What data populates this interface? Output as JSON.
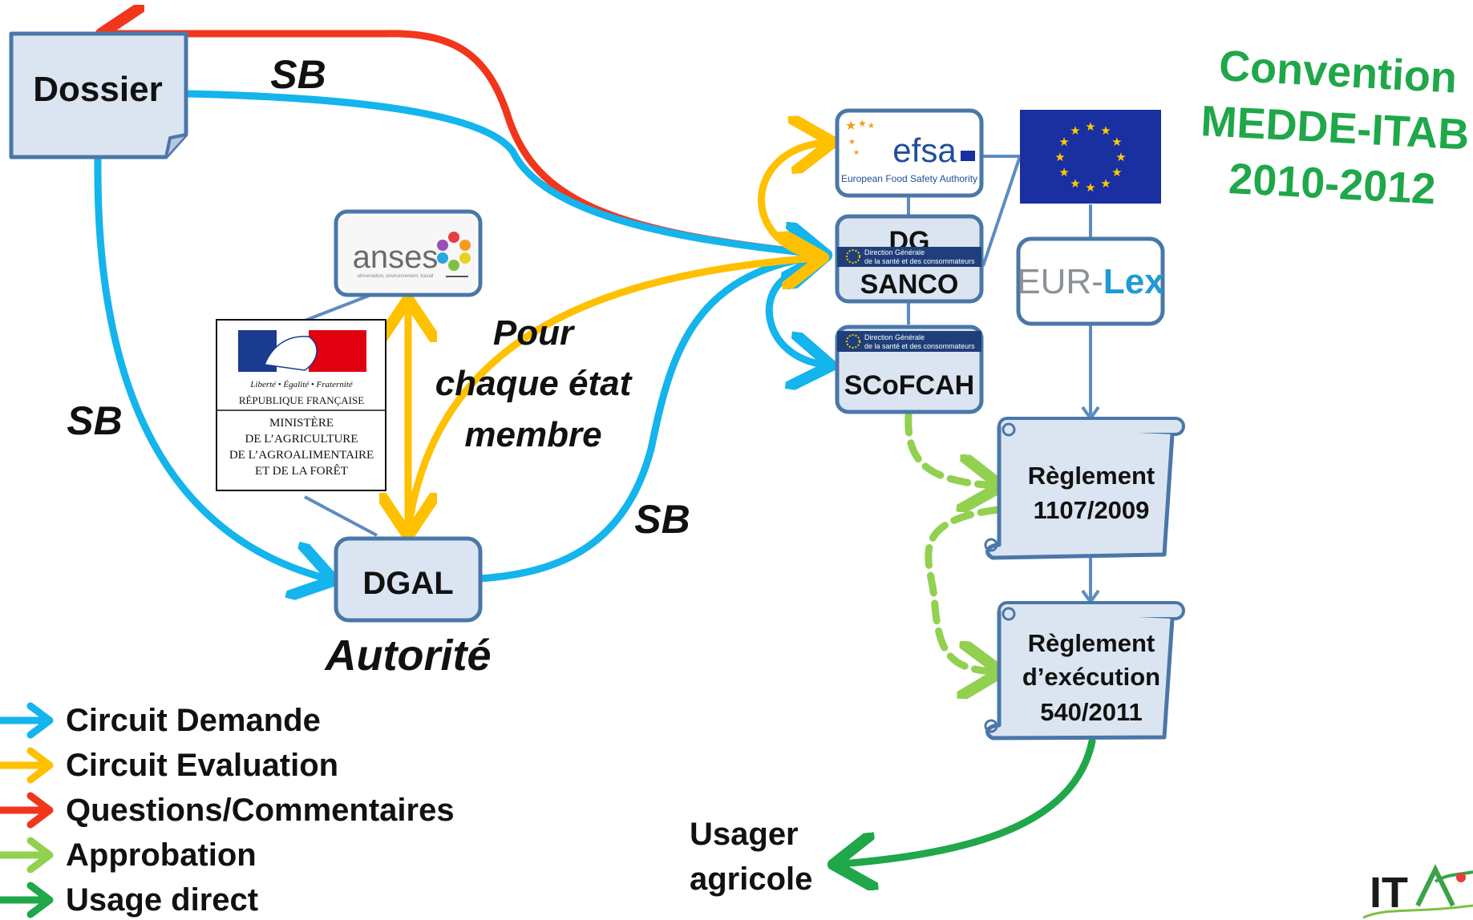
{
  "convention": {
    "line1": "Convention",
    "line2": "MEDDE-ITAB",
    "line3": "2010-2012",
    "color": "#1fa74a"
  },
  "nodes": {
    "dossier": "Dossier",
    "dgal": "DGAL",
    "autorite": "Autorité",
    "dg_line1": "DG",
    "dg_line2": "SANCO",
    "scofcah": "SCoFCAH",
    "reglement1_line1": "Règlement",
    "reglement1_line2": "1107/2009",
    "reglement2_line1": "Règlement",
    "reglement2_line2": "d’exécution",
    "reglement2_line3": "540/2011",
    "usager_line1": "Usager",
    "usager_line2": "agricole"
  },
  "labels": {
    "sb_top": "SB",
    "sb_left": "SB",
    "sb_bottom": "SB",
    "pour_line1": "Pour",
    "pour_line2": "chaque état",
    "pour_line3": "membre"
  },
  "logos": {
    "anses_name": "anses",
    "anses_tagline": "alimentation, environnement, travail",
    "efsa_name": "efsa",
    "efsa_full": "European Food Safety Authority",
    "dg_banner_line1": "Direction Générale",
    "dg_banner_line2": "de la santé et des consommateurs",
    "scofcah_banner_line1": "Direction Générale",
    "scofcah_banner_line2": "de la santé et des consommateurs",
    "eurlex_part1": "EUR-",
    "eurlex_part2": "Lex",
    "itab_text": "IT",
    "ministere_motto": "Liberté • Égalité • Fraternité",
    "ministere_republique": "RÉPUBLIQUE FRANÇAISE",
    "ministere_line1": "MINISTÈRE",
    "ministere_line2": "DE L’AGRICULTURE",
    "ministere_line3": "DE L’AGROALIMENTAIRE",
    "ministere_line4": "ET DE LA FORÊT"
  },
  "legend": [
    {
      "label": "Circuit Demande",
      "color": "#14b4ec",
      "dashed": false
    },
    {
      "label": "Circuit Evaluation",
      "color": "#ffc000",
      "dashed": false
    },
    {
      "label": "Questions/Commentaires",
      "color": "#f2361c",
      "dashed": false
    },
    {
      "label": "Approbation",
      "color": "#92d050",
      "dashed": false
    },
    {
      "label": "Usage direct",
      "color": "#1fa74a",
      "dashed": false
    }
  ],
  "colors": {
    "demande": "#14b4ec",
    "evaluation": "#ffc000",
    "questions": "#f2361c",
    "approbation": "#92d050",
    "usage": "#1fa74a",
    "node_fill": "#dbe5f1",
    "node_border": "#4a77a8",
    "eu_flag": "#1a2fa0",
    "eu_star": "#ffcc00"
  }
}
